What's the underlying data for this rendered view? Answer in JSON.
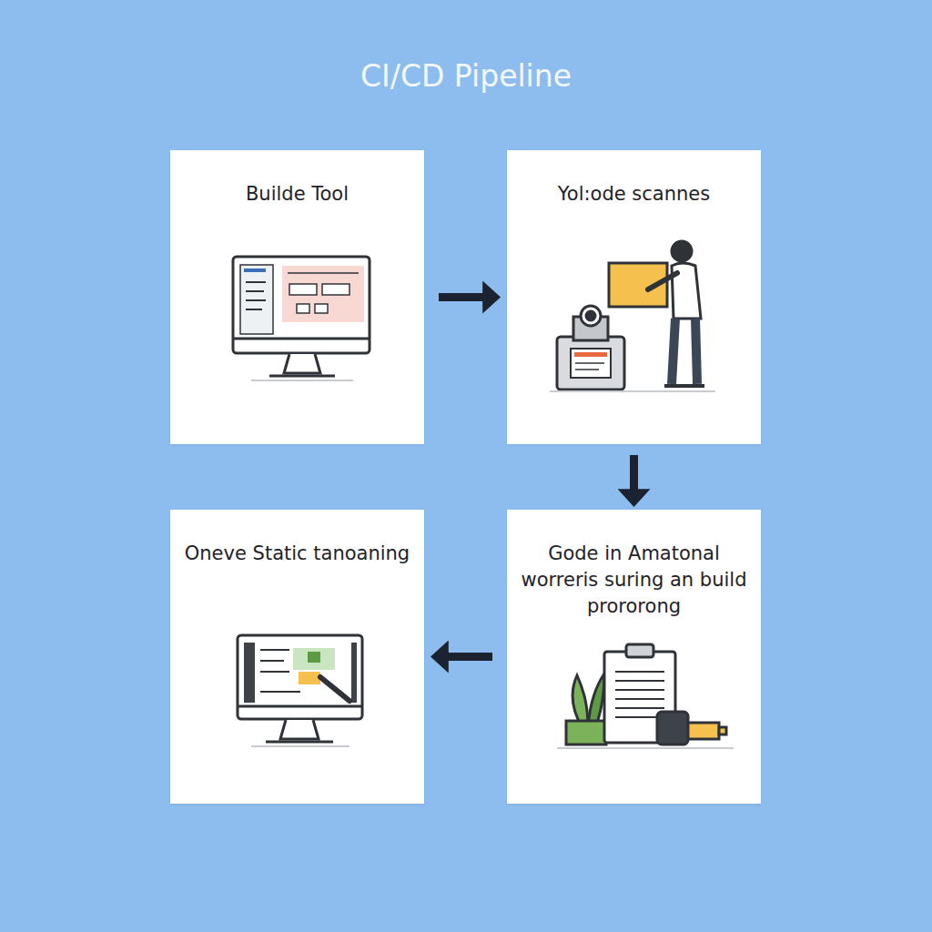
{
  "diagram": {
    "title": "CI/CD Pipeline",
    "nodes": [
      {
        "text": [
          "Builde Tool"
        ]
      },
      {
        "text": [
          "Yol:ode scannes"
        ]
      },
      {
        "text": [
          "Oneve Static tanoaning"
        ]
      },
      {
        "text": [
          "Gode in Amatonal worreris suring an build prororong"
        ]
      }
    ],
    "edges": [
      {
        "from": 0,
        "to": 1,
        "arrow": "to"
      },
      {
        "from": 1,
        "to": 3,
        "arrow": "to"
      },
      {
        "from": 3,
        "to": 2,
        "arrow": "to"
      }
    ]
  }
}
